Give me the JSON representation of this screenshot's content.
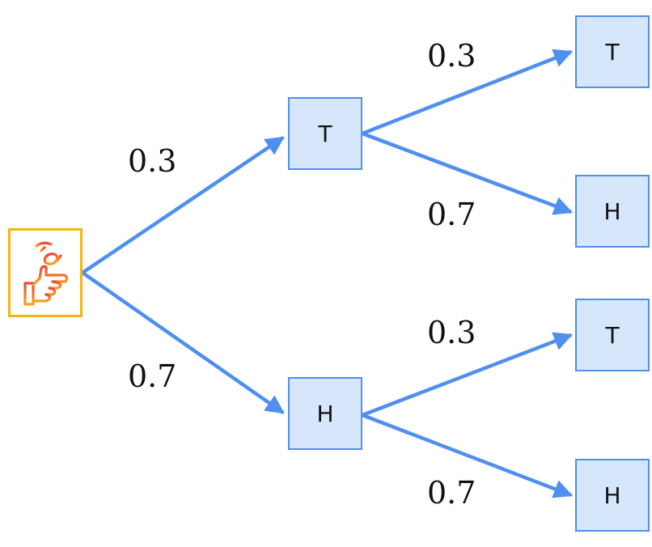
{
  "diagram": {
    "root": {
      "icon": "coin-toss-hand-icon",
      "colors": {
        "border": "#f5b40f",
        "icon_top": "#f0443a",
        "icon_bottom": "#f7a31c"
      }
    },
    "level1": [
      {
        "label": "T",
        "prob": "0.3"
      },
      {
        "label": "H",
        "prob": "0.7"
      }
    ],
    "level2": [
      {
        "label": "T",
        "prob": "0.3"
      },
      {
        "label": "H",
        "prob": "0.7"
      },
      {
        "label": "T",
        "prob": "0.3"
      },
      {
        "label": "H",
        "prob": "0.7"
      }
    ],
    "colors": {
      "edge": "#4f8ff0",
      "node_fill": "#d6e6fb",
      "node_border": "#4f8ff0"
    }
  }
}
